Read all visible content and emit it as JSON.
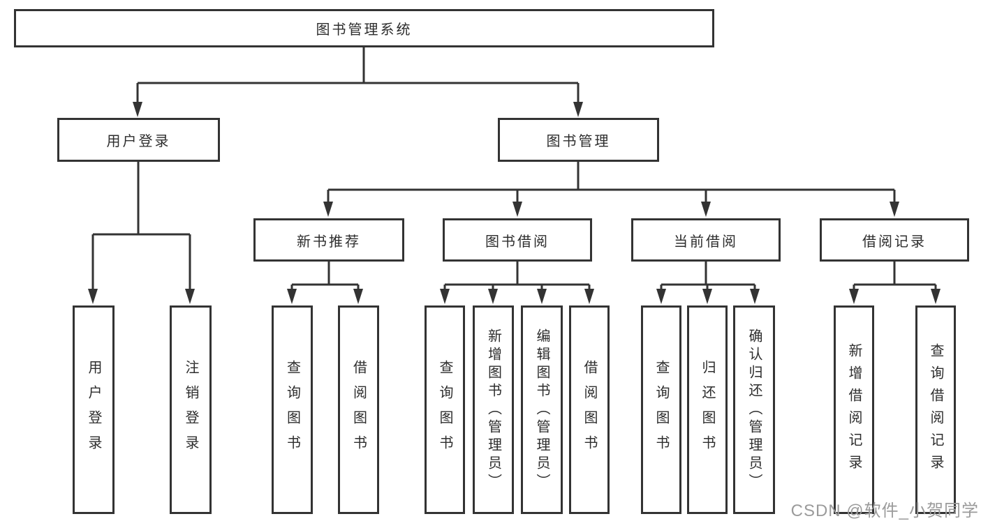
{
  "diagram": {
    "root": "图书管理系统",
    "level2": [
      "用户登录",
      "图书管理"
    ],
    "level3": [
      "新书推荐",
      "图书借阅",
      "当前借阅",
      "借阅记录"
    ],
    "leaves": {
      "user_login": [
        "用户登录",
        "注销登录"
      ],
      "new_book": [
        "查询图书",
        "借阅图书"
      ],
      "book_borrow": [
        "查询图书",
        "新增图书（管理员）",
        "编辑图书（管理员）",
        "借阅图书"
      ],
      "current_borrow": [
        "查询图书",
        "归还图书",
        "确认归还（管理员）"
      ],
      "borrow_record": [
        "新增借阅记录",
        "查询借阅记录"
      ]
    }
  },
  "colors": {
    "line": "#333333",
    "text": "#2d2d2d",
    "watermark": "#9b9b9b",
    "background": "#ffffff"
  },
  "watermark": "CSDN @软件_小贺同学"
}
